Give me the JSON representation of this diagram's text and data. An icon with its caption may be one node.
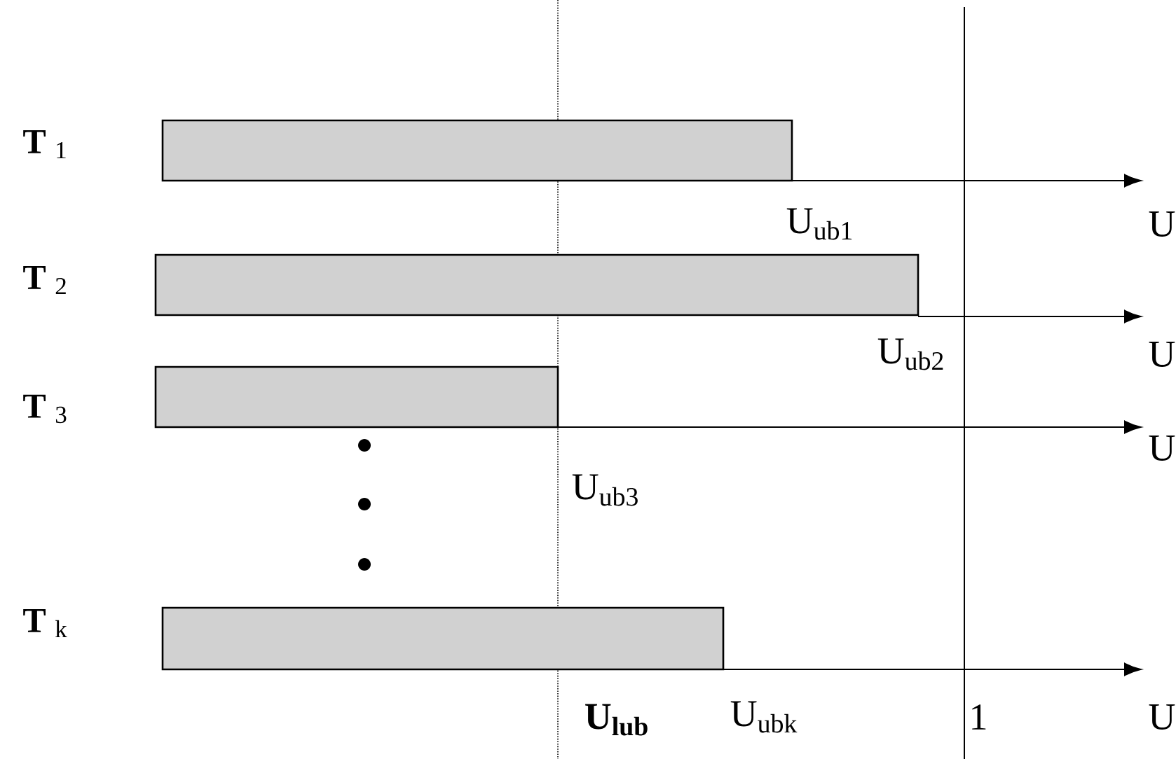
{
  "diagram": {
    "nodes": [
      {
        "text": [],
        "shape": "bar"
      },
      {
        "text": [],
        "shape": "bar"
      },
      {
        "text": [],
        "shape": "bar"
      },
      {
        "text": [],
        "shape": "bar"
      }
    ],
    "labels": [
      "**T** $_{1}$",
      "U$_{ub1}$",
      "U",
      "**T** $_{2}$",
      "U$_{ub2}$",
      "U",
      "**T** $_{3}$",
      "U",
      "U$_{ub3}$",
      "**T** $_{k}$",
      "U$_{lub}$",
      "U$_{ubk}$",
      "1",
      "U"
    ]
  }
}
